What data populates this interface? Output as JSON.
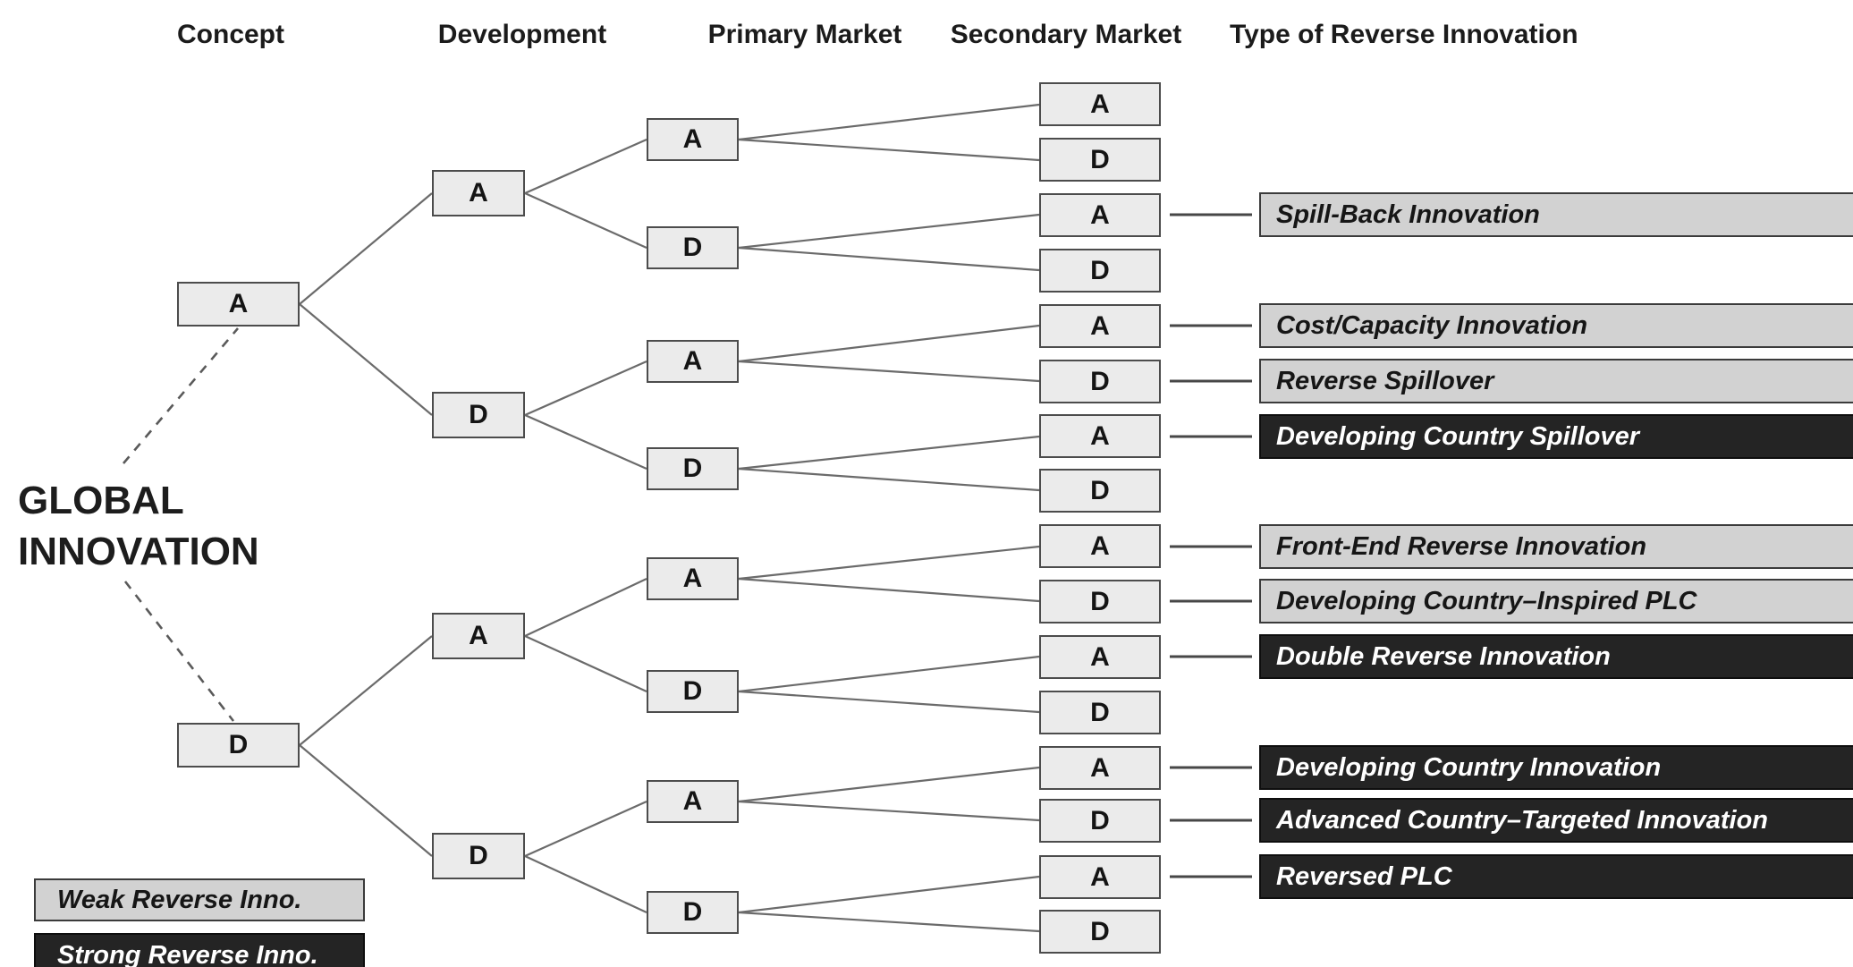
{
  "headers": {
    "concept": "Concept",
    "development": "Development",
    "primary_market": "Primary Market",
    "secondary_market": "Secondary Market",
    "type_of_reverse_innovation": "Type of Reverse Innovation"
  },
  "root": {
    "line1": "GLOBAL",
    "line2": "INNOVATION"
  },
  "nodes": {
    "concept": [
      "A",
      "D"
    ],
    "development": [
      "A",
      "D",
      "A",
      "D"
    ],
    "primary_market": [
      "A",
      "D",
      "A",
      "D",
      "A",
      "D",
      "A",
      "D"
    ],
    "secondary_market": [
      "A",
      "D",
      "A",
      "D",
      "A",
      "D",
      "A",
      "D",
      "A",
      "D",
      "A",
      "D",
      "A",
      "D",
      "A",
      "D"
    ]
  },
  "type_labels": [
    {
      "text": "Spill-Back Innovation",
      "strength": "weak"
    },
    {
      "text": "Cost/Capacity Innovation",
      "strength": "weak"
    },
    {
      "text": "Reverse Spillover",
      "strength": "weak"
    },
    {
      "text": "Developing Country Spillover",
      "strength": "strong"
    },
    {
      "text": "Front-End Reverse Innovation",
      "strength": "weak"
    },
    {
      "text": "Developing Country–Inspired PLC",
      "strength": "weak"
    },
    {
      "text": "Double Reverse Innovation",
      "strength": "strong"
    },
    {
      "text": "Developing Country Innovation",
      "strength": "strong"
    },
    {
      "text": "Advanced Country–Targeted Innovation",
      "strength": "strong"
    },
    {
      "text": "Reversed PLC",
      "strength": "strong"
    }
  ],
  "legend": [
    {
      "text": "Weak Reverse Inno.",
      "strength": "weak"
    },
    {
      "text": "Strong Reverse Inno.",
      "strength": "strong"
    }
  ],
  "colors": {
    "background": "#ffffff",
    "node_fill": "#ebebeb",
    "node_border": "#4c4c4c",
    "weak_bar_fill": "#d2d2d2",
    "strong_bar_fill": "#242424",
    "bar_border": "#3b3b3b",
    "edge_line": "#6b6b6b",
    "text_dark": "#1b1b1b",
    "text_light": "#ffffff"
  }
}
